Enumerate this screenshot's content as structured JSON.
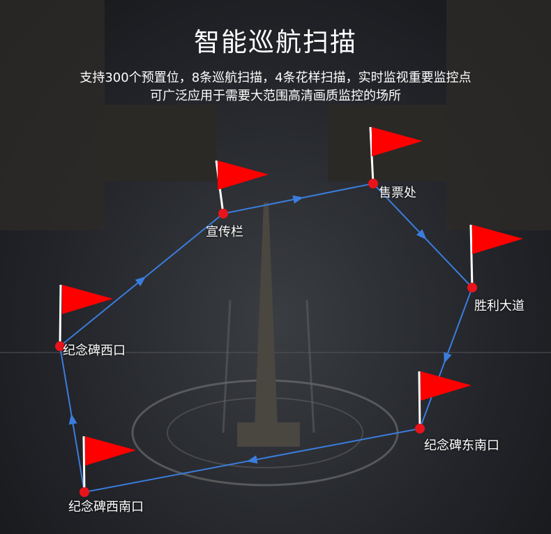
{
  "title": "智能巡航扫描",
  "subtitle": [
    "支持300个预置位，8条巡航扫描，4条花样扫描，实时监视重要监控点",
    "可广泛应用于需要大范围高清画质监控的场所"
  ],
  "points": [
    {
      "label": "宣传栏"
    },
    {
      "label": "售票处"
    },
    {
      "label": "胜利大道"
    },
    {
      "label": "纪念碑东南口"
    },
    {
      "label": "纪念碑西南口"
    },
    {
      "label": "纪念碑西口"
    }
  ],
  "colors": {
    "flag": "#ff0000",
    "route": "#3b7ddd",
    "dot": "#e8141c"
  }
}
